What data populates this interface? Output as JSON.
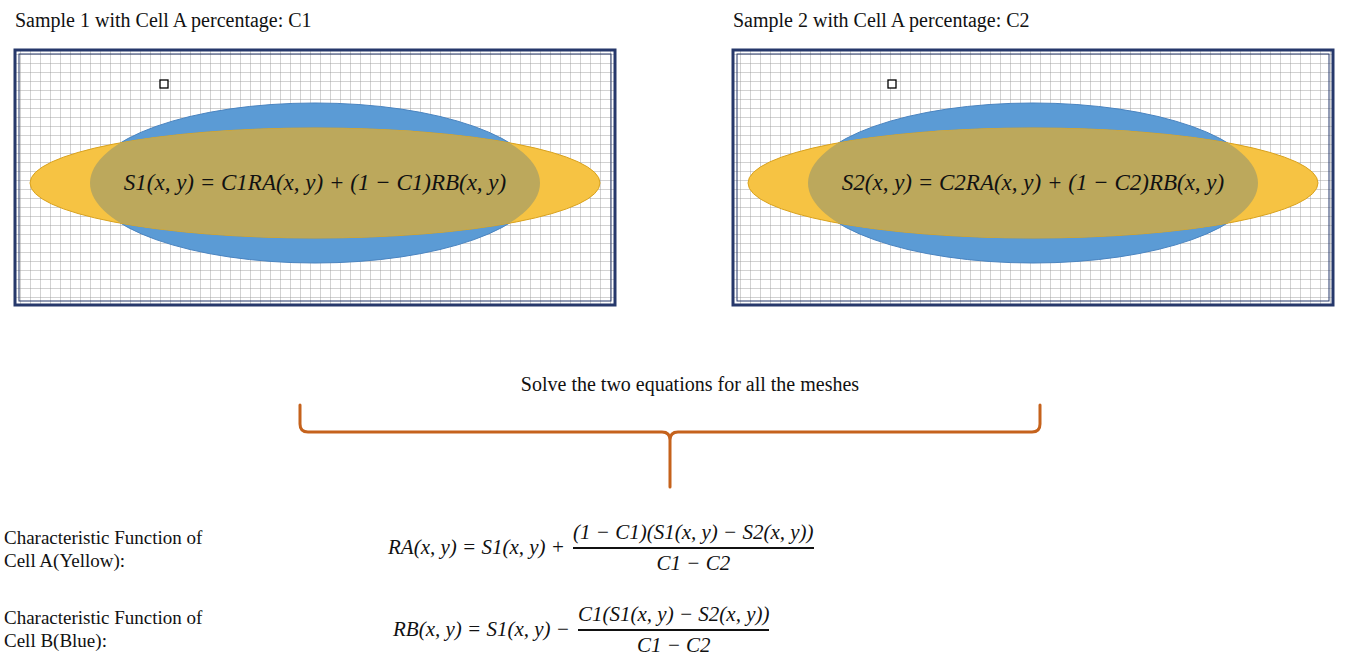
{
  "diagram": {
    "nodes": [
      {
        "text": [
          "Sample 1 with Cell A percentage: C1",
          "S1(x, y) = C1RA(x, y) + (1 − C1)RB(x, y)"
        ]
      },
      {
        "text": [
          "Sample 2 with Cell A percentage: C2",
          "S2(x, y) = C2RA(x, y) + (1 − C2)RB(x, y)"
        ]
      }
    ],
    "labels": [
      "Solve the two equations for all the meshes",
      "Characteristic Function of Cell A(Yellow):",
      "RA(x, y) = S1(x, y) +",
      "(1 − C1)(S1(x, y) − S2(x, y))",
      "C1 − C2",
      "Characteristic Function of Cell B(Blue):",
      "RB(x, y) = S1(x, y) −",
      "C1(S1(x, y) − S2(x, y))",
      "C1 − C2"
    ]
  }
}
